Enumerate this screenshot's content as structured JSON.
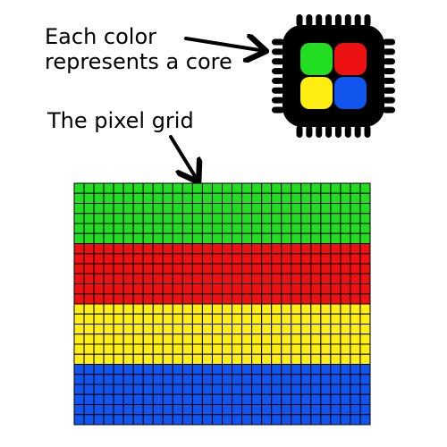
{
  "annotations": {
    "core_label_line1": "Each color",
    "core_label_line2": "represents a core",
    "grid_label": "The pixel grid"
  },
  "chip": {
    "icon": "cpu-chip-icon",
    "core_colors": [
      "#22dd22",
      "#ee1111",
      "#ffee11",
      "#1155ee"
    ]
  },
  "pixel_grid": {
    "columns": 30,
    "rows_per_band": 6,
    "bands": [
      {
        "color": "#22dd22"
      },
      {
        "color": "#ee1111"
      },
      {
        "color": "#ffee11"
      },
      {
        "color": "#1155ee"
      }
    ],
    "cell_border_color": "#000000"
  }
}
